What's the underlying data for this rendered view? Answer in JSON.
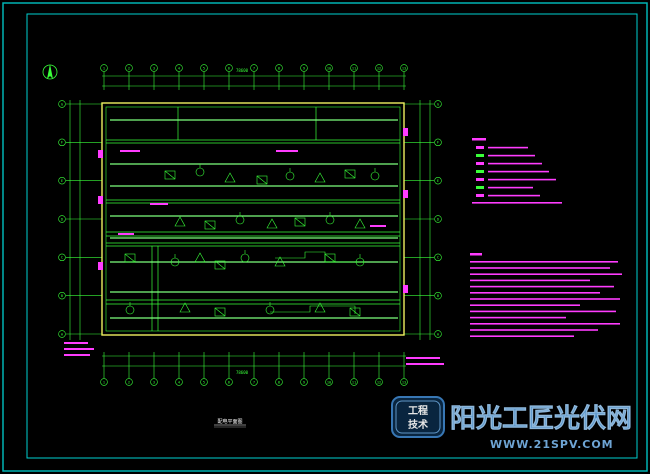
{
  "drawing": {
    "title": "配电平面图",
    "columns_top": [
      "1",
      "2",
      "3",
      "4",
      "5",
      "6",
      "7",
      "8",
      "9",
      "10",
      "11",
      "12",
      "13"
    ],
    "rows_left": [
      "A",
      "B",
      "C",
      "D",
      "E",
      "F",
      "G"
    ],
    "total_dim_top": "78600",
    "total_dim_bottom": "78600",
    "colors": {
      "background": "#000000",
      "frame": "#00c8c8",
      "outer_wall": "#f0f060",
      "dims": "#39ff39",
      "wiring": "#39ff39",
      "tags": "#ff3cff",
      "notes": "#ff3cff",
      "title": "#ffffff"
    }
  },
  "watermark": {
    "logo_line1": "工程",
    "logo_line2": "技术",
    "brand": "阳光工匠光伏网",
    "url": "WWW.21SPV.COM"
  }
}
